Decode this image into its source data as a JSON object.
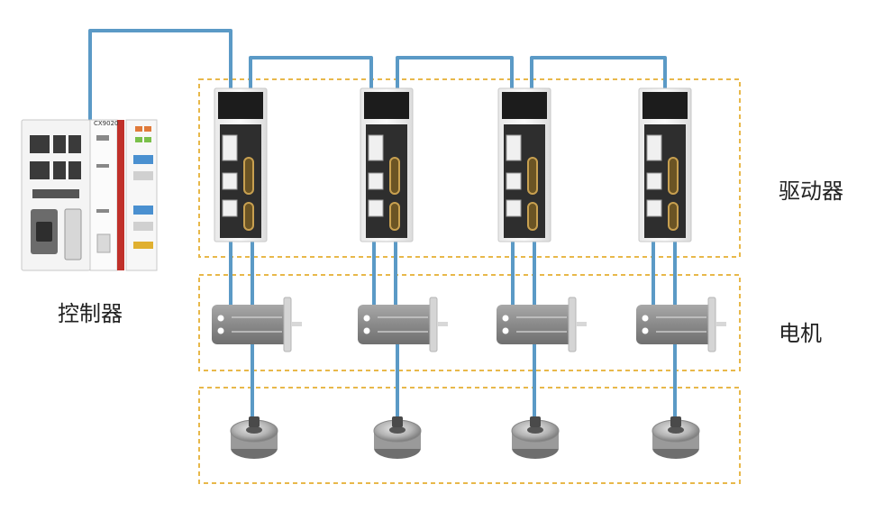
{
  "labels": {
    "controller": "控制器",
    "drivers": "驱动器",
    "motors": "电机"
  },
  "controller_model": "CX9020",
  "colors": {
    "cable": "#5b9ac6",
    "group_border": "#e8b84a",
    "driver_body": "#f2f2f2",
    "driver_panel": "#2e2e2e",
    "motor_body": "#8e8e8e",
    "controller_accent": "#c0302a"
  }
}
